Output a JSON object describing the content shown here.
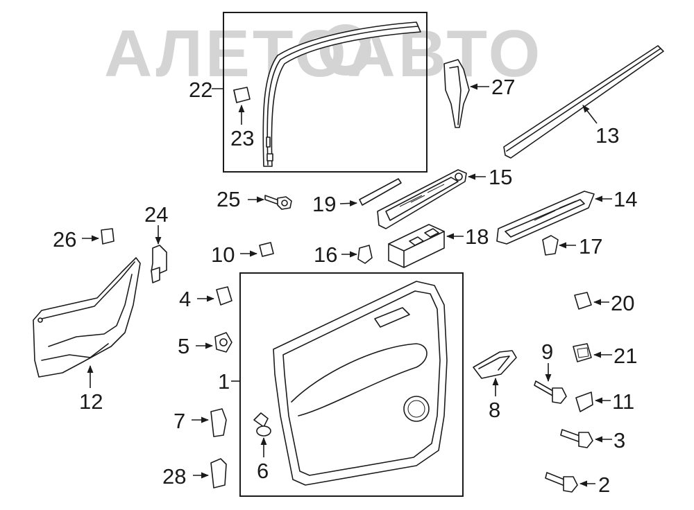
{
  "watermark": "АЛЕТОАВТО",
  "callouts": {
    "n1": "1",
    "n2": "2",
    "n3": "3",
    "n4": "4",
    "n5": "5",
    "n6": "6",
    "n7": "7",
    "n8": "8",
    "n9": "9",
    "n10": "10",
    "n11": "11",
    "n12": "12",
    "n13": "13",
    "n14": "14",
    "n15": "15",
    "n16": "16",
    "n17": "17",
    "n18": "18",
    "n19": "19",
    "n20": "20",
    "n21": "21",
    "n22": "22",
    "n23": "23",
    "n24": "24",
    "n25": "25",
    "n26": "26",
    "n27": "27",
    "n28": "28"
  }
}
